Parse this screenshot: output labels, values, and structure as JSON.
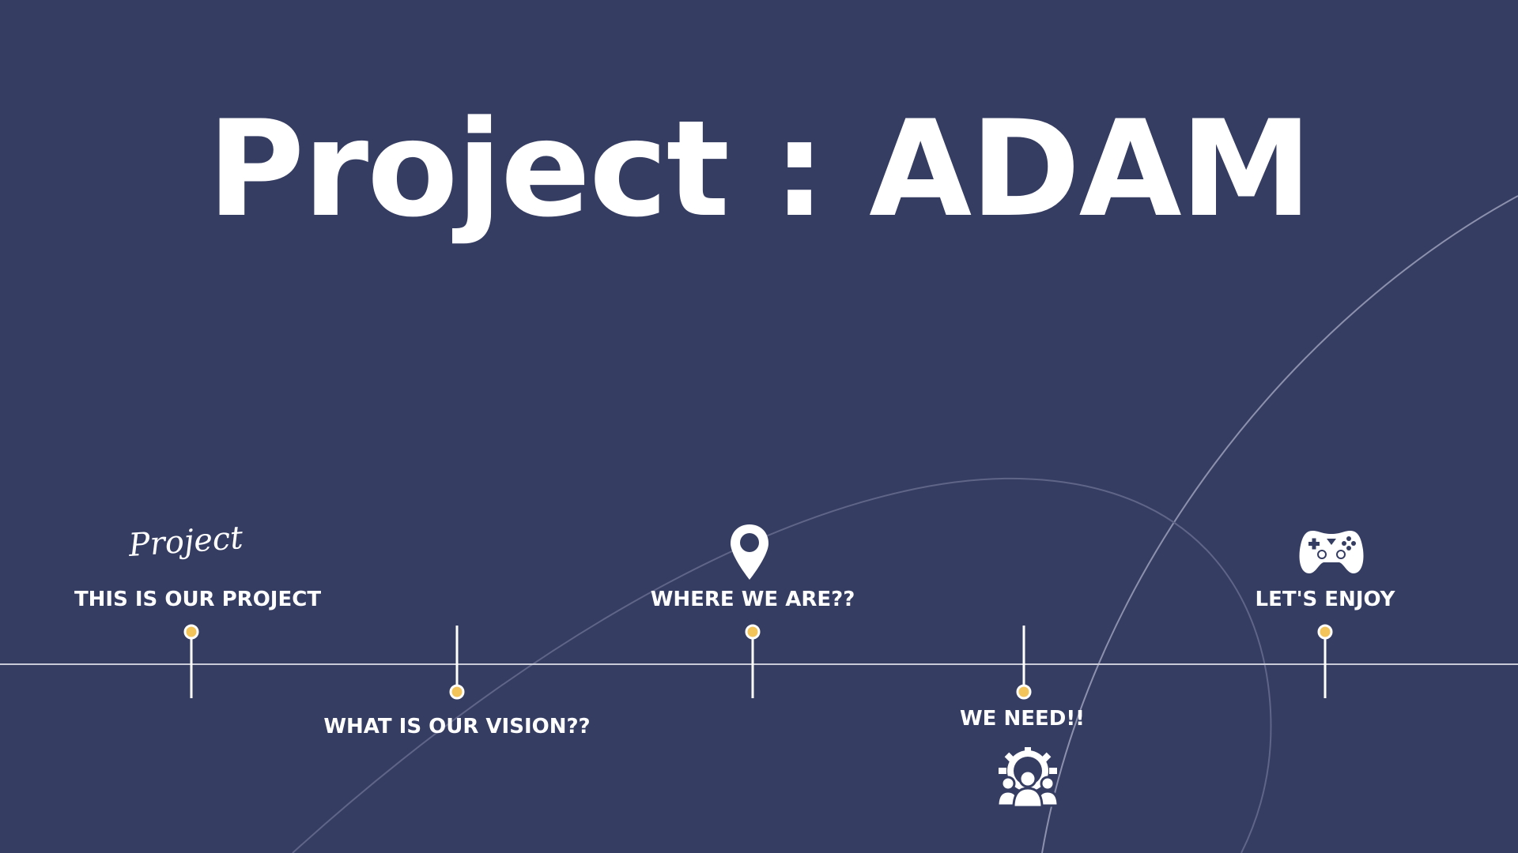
{
  "slide": {
    "title": "Project : ADAM"
  },
  "timeline": {
    "line_color": "#c9ccd8",
    "dot_color": "#f2c45a",
    "items": [
      {
        "label": "THIS IS OUR PROJECT",
        "icon": "project-script-icon",
        "icon_text": "Project",
        "position": "above"
      },
      {
        "label": "WHAT IS OUR VISION??",
        "icon": "",
        "position": "below"
      },
      {
        "label": "WHERE WE ARE??",
        "icon": "map-pin-icon",
        "position": "above"
      },
      {
        "label": "WE NEED!!",
        "icon": "team-gear-icon",
        "position": "below"
      },
      {
        "label": "LET'S ENJOY",
        "icon": "gamepad-icon",
        "position": "above"
      }
    ]
  },
  "colors": {
    "background": "#363d63",
    "text": "#ffffff",
    "accent": "#f2c45a"
  }
}
